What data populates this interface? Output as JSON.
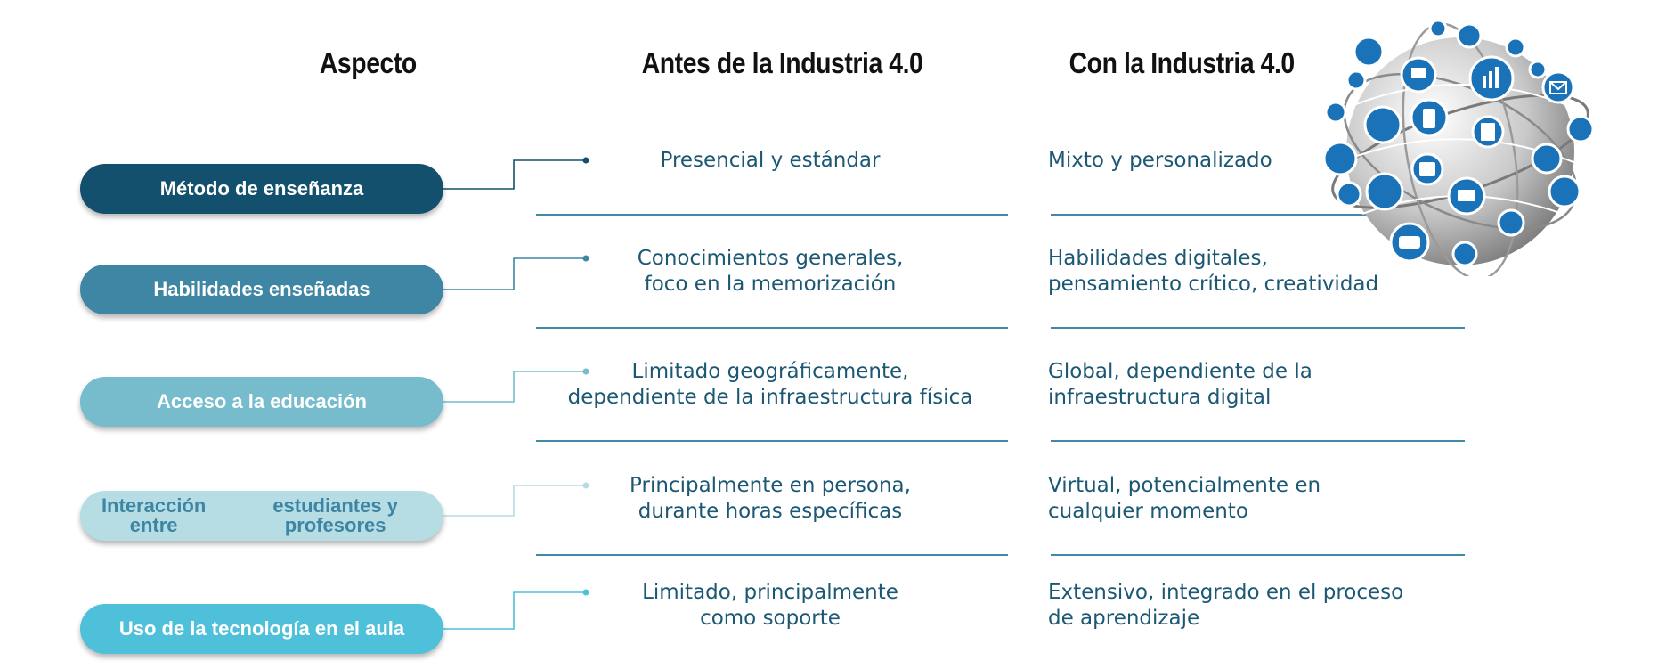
{
  "headers": {
    "aspect": "Aspecto",
    "before": "Antes de la Industria 4.0",
    "after": "Con la Industria 4.0"
  },
  "rows": [
    {
      "aspect": [
        "Método de enseñanza"
      ],
      "before": [
        "Presencial y estándar"
      ],
      "after": [
        "Mixto y personalizado"
      ],
      "color": "#13506e",
      "text_color": "#ffffff"
    },
    {
      "aspect": [
        "Habilidades enseñadas"
      ],
      "before": [
        "Conocimientos generales,",
        "foco en la memorización"
      ],
      "after": [
        "Habilidades digitales,",
        "pensamiento crítico, creatividad"
      ],
      "color": "#3f86a5",
      "text_color": "#ffffff"
    },
    {
      "aspect": [
        "Acceso a la educación"
      ],
      "before": [
        "Limitado geográficamente,",
        "dependiente de la infraestructura física"
      ],
      "after": [
        "Global, dependiente de la",
        "infraestructura digital"
      ],
      "color": "#76bccd",
      "text_color": "#ffffff"
    },
    {
      "aspect": [
        "Interacción entre",
        "estudiantes y profesores"
      ],
      "before": [
        "Principalmente en persona,",
        "durante horas específicas"
      ],
      "after": [
        "Virtual, potencialmente en",
        "cualquier momento"
      ],
      "color": "#b6dce4",
      "text_color": "#3d85a3"
    },
    {
      "aspect": [
        "Uso de la tecnología en el aula"
      ],
      "before": [
        "Limitado, principalmente",
        "como soporte"
      ],
      "after": [
        "Extensivo, integrado en el proceso",
        "de aprendizaje"
      ],
      "color": "#4fc0da",
      "text_color": "#ffffff"
    }
  ],
  "colors": {
    "text": "#1c5873",
    "divider": "#3f8aa8",
    "globe_icon": "#1a73b8"
  },
  "decoration": "technology-globe-icon"
}
